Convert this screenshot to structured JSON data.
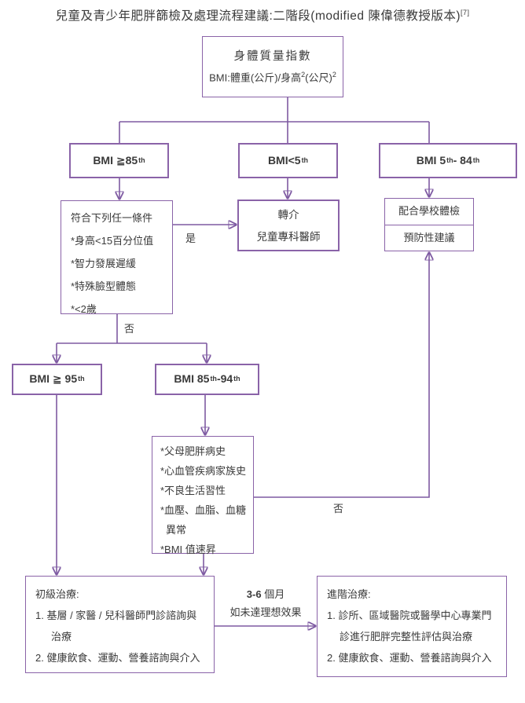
{
  "title": {
    "text": "兒童及青少年肥胖篩檢及處理流程建議:二階段(modified 陳偉德教授版本)",
    "ref_sup": "[7]"
  },
  "colors": {
    "border_purple": "#8a63a8",
    "line_purple": "#7e5aa2",
    "text": "#3a3a3a"
  },
  "nodes": {
    "bmi_index": {
      "line1": "身體質量指數",
      "line2": {
        "p0": "BMI:體重(公斤)/身高",
        "sup1": "2",
        "p2": "(公尺)",
        "sup3": "2"
      }
    },
    "bmi_ge85": {
      "p0": "BMI ≧85",
      "sup1": "th"
    },
    "bmi_lt5": {
      "p0": "BMI<5",
      "sup1": "th"
    },
    "bmi_5_84": {
      "p0": "BMI 5",
      "sup1": "th",
      "p2": " - 84",
      "sup3": "th"
    },
    "criteria": {
      "lines": [
        "符合下列任一條件",
        "*身高<15百分位值",
        "*智力發展遲緩",
        "*特殊臉型體態",
        "*<2歲"
      ]
    },
    "referral": {
      "line1": "轉介",
      "line2": "兒童專科醫師"
    },
    "school": {
      "cell1": "配合學校體檢",
      "cell2": "預防性建議"
    },
    "bmi_ge95": {
      "p0": "BMI ≧ 95 ",
      "sup1": "th"
    },
    "bmi_85_94": {
      "p0": "BMI 85 ",
      "sup1": "th",
      "p2": "-94 ",
      "sup3": "th"
    },
    "risk": {
      "lines": [
        "*父母肥胖病史",
        "*心血管疾病家族史",
        "*不良生活習性",
        "*血壓、血脂、血糖",
        "異常",
        "*BMI 值速昇"
      ]
    },
    "primary": {
      "title": "初級治療:",
      "item1a": "1. 基層 / 家醫 / 兒科醫師門診諮詢與",
      "item1b": "治療",
      "item2": "2. 健康飲食、運動、營養諮詢與介入"
    },
    "advanced": {
      "title": "進階治療:",
      "item1a": "1. 診所、區域醫院或醫學中心專業門",
      "item1b": "診進行肥胖完整性評估與治療",
      "item2": "2. 健康飲食、運動、營養諮詢與介入"
    }
  },
  "edge_labels": {
    "yes": "是",
    "no1": "否",
    "no2": "否",
    "months_num": "3-6",
    "months_txt": " 個月",
    "if_not": "如未達理想效果"
  }
}
